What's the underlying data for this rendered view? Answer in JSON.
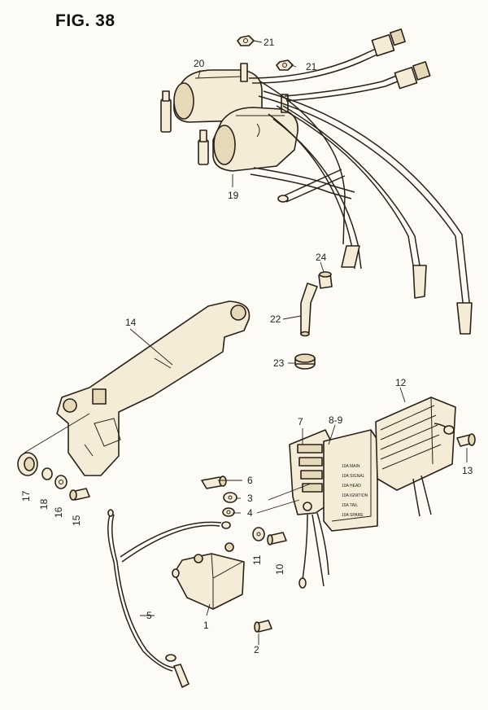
{
  "figure": {
    "title": "FIG. 38"
  },
  "callouts": [
    {
      "id": "c1",
      "label": "1"
    },
    {
      "id": "c2",
      "label": "2"
    },
    {
      "id": "c3",
      "label": "3"
    },
    {
      "id": "c4",
      "label": "4"
    },
    {
      "id": "c5",
      "label": "5"
    },
    {
      "id": "c6",
      "label": "6"
    },
    {
      "id": "c89",
      "label": "8-9"
    },
    {
      "id": "c7",
      "label": "7"
    },
    {
      "id": "c10",
      "label": "10"
    },
    {
      "id": "c11",
      "label": "11"
    },
    {
      "id": "c12",
      "label": "12"
    },
    {
      "id": "c13",
      "label": "13"
    },
    {
      "id": "c14",
      "label": "14"
    },
    {
      "id": "c15",
      "label": "15"
    },
    {
      "id": "c16",
      "label": "16"
    },
    {
      "id": "c17",
      "label": "17"
    },
    {
      "id": "c18",
      "label": "18"
    },
    {
      "id": "c19",
      "label": "19"
    },
    {
      "id": "c20",
      "label": "20"
    },
    {
      "id": "c21a",
      "label": "21"
    },
    {
      "id": "c21b",
      "label": "21"
    },
    {
      "id": "c22",
      "label": "22"
    },
    {
      "id": "c23",
      "label": "23"
    },
    {
      "id": "c24",
      "label": "24"
    }
  ],
  "fuse_box_labels": [
    "10A MAIN",
    "10A SIGNAL",
    "10A HEAD",
    "10A IGNITION",
    "15A TAIL",
    "10A SPARE"
  ],
  "colors": {
    "paper": "#fdfbf5",
    "part_fill": "#f4ecd6",
    "ink": "#2a2118"
  }
}
